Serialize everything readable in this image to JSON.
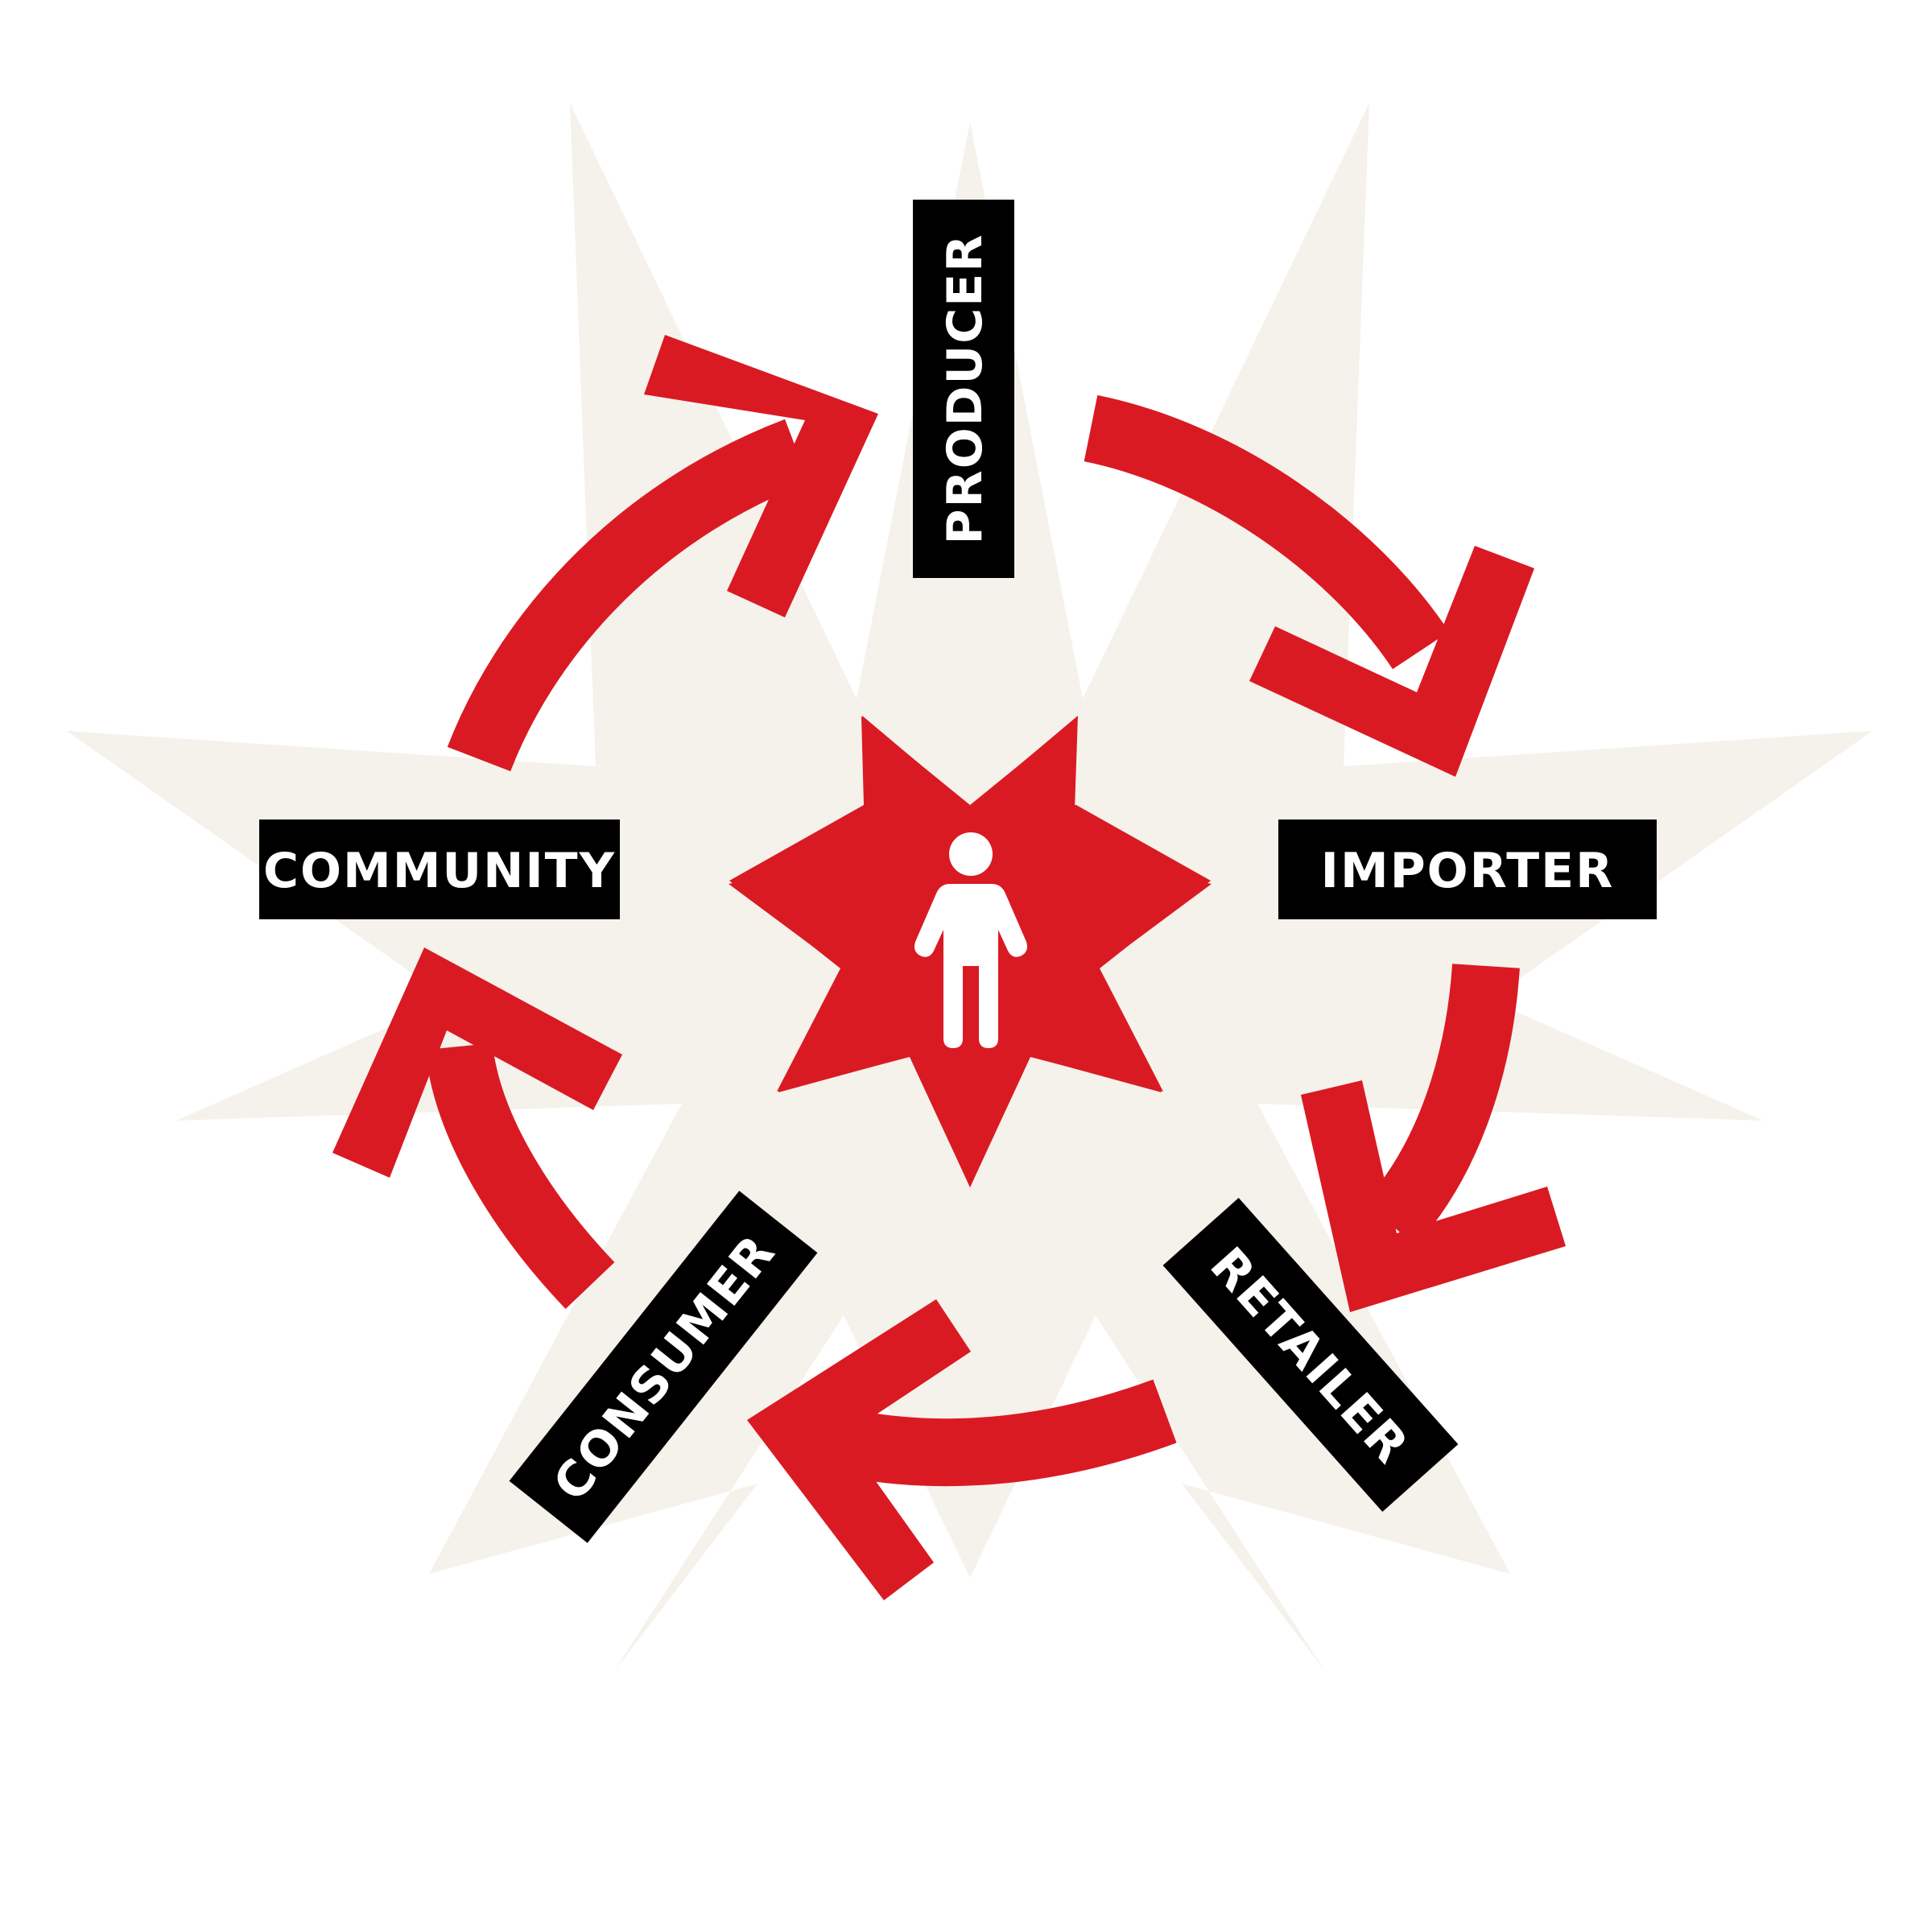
{
  "colors": {
    "background": "#ffffff",
    "star_light": "#f5f1eb",
    "accent_red": "#da1a23",
    "label_bg": "#000000",
    "label_text": "#ffffff"
  },
  "center_icon": "person-icon",
  "arrow_direction": "clockwise",
  "labels": {
    "producer": "PRODUCER",
    "importer": "IMPORTER",
    "retailer": "RETAILER",
    "consumer": "CONSUMER",
    "community": "COMMUNITY"
  }
}
